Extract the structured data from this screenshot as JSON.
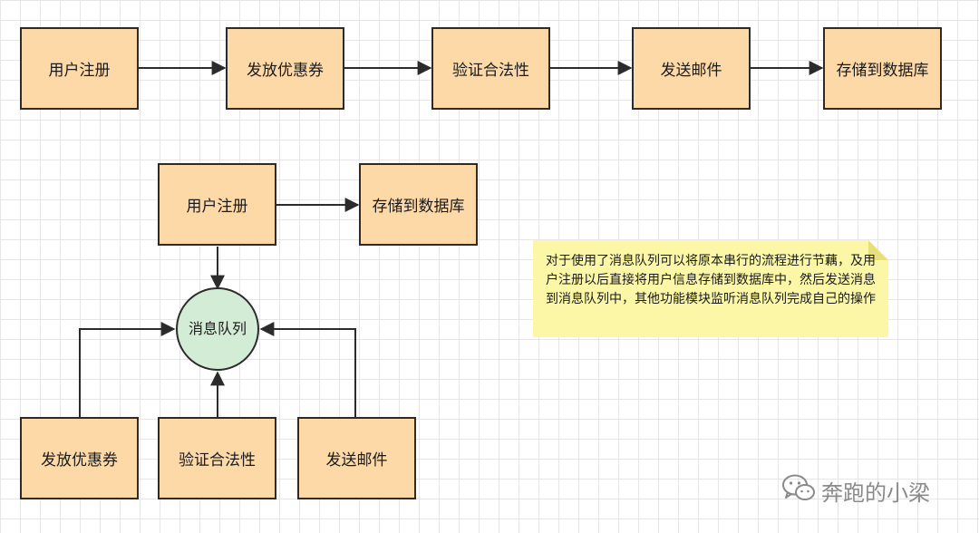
{
  "top_flow": {
    "step1": "用户注册",
    "step2": "发放优惠券",
    "step3": "验证合法性",
    "step4": "发送邮件",
    "step5": "存储到数据库"
  },
  "queue_flow": {
    "register": "用户注册",
    "store": "存储到数据库",
    "queue": "消息队列",
    "coupon": "发放优惠券",
    "validate": "验证合法性",
    "email": "发送邮件"
  },
  "note": {
    "text": "对于使用了消息队列可以将原本串行的流程进行节藕，及用户注册以后直接将用户信息存储到数据库中，然后发送消息到消息队列中，其他功能模块监听消息队列完成自己的操作"
  },
  "watermark": {
    "text": "奔跑的小梁",
    "icon": "wechat-icon"
  },
  "colors": {
    "node_fill": "#fdd9a8",
    "queue_fill": "#d3ecd5",
    "note_fill": "#fbf7a6",
    "stroke": "#2b2b2b"
  }
}
